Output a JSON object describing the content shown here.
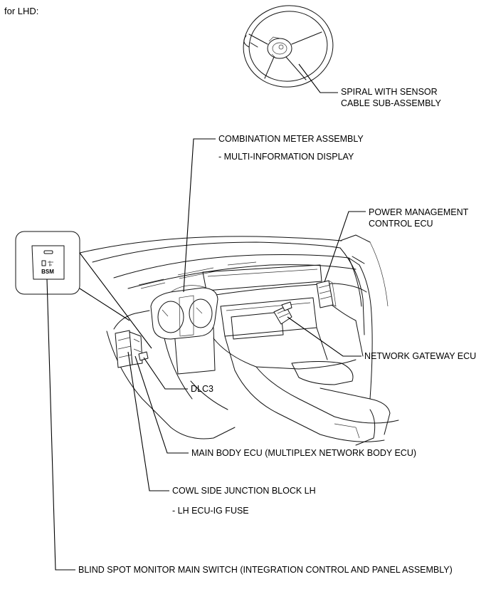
{
  "heading": "for LHD:",
  "labels": {
    "spiral_line1": "SPIRAL WITH SENSOR",
    "spiral_line2": "CABLE SUB-ASSEMBLY",
    "combination_meter": "COMBINATION METER ASSEMBLY",
    "multi_info_display": "- MULTI-INFORMATION DISPLAY",
    "power_mgmt_line1": "POWER MANAGEMENT",
    "power_mgmt_line2": "CONTROL ECU",
    "network_gateway": "NETWORK GATEWAY ECU",
    "dlc3": "DLC3",
    "main_body_ecu": "MAIN BODY ECU (MULTIPLEX NETWORK BODY ECU)",
    "cowl_side_jb": "COWL SIDE JUNCTION BLOCK LH",
    "lh_ecu_ig_fuse": "- LH ECU-IG FUSE",
    "blind_spot_switch": "BLIND SPOT MONITOR MAIN SWITCH (INTEGRATION CONTROL AND PANEL ASSEMBLY)"
  },
  "inset": {
    "switch_text": "BSM"
  }
}
